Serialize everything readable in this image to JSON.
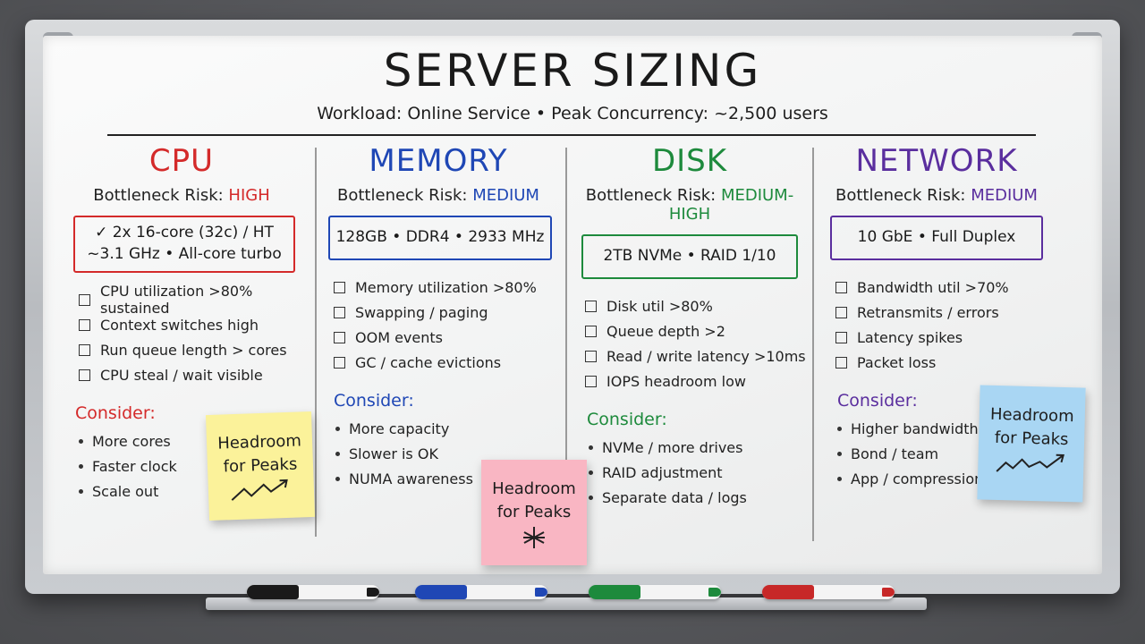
{
  "title": "SERVER SIZING",
  "subtitle": "Workload: Online Service  •  Peak Concurrency: ~2,500 users",
  "colors": {
    "cpu": "#d42a2a",
    "memory": "#1f47b5",
    "disk": "#1d8a3c",
    "network": "#5a2e9e"
  },
  "columns": [
    {
      "title": "CPU",
      "risk_label": "Bottleneck Risk: ",
      "risk_level": "HIGH",
      "spec_line1": "✓ 2x 16-core (32c) / HT",
      "spec_line2": "~3.1 GHz  •  All-core turbo",
      "checks": [
        "CPU utilization >80% sustained",
        "Context switches high",
        "Run queue length > cores",
        "CPU steal / wait visible"
      ],
      "consider": "Consider:",
      "bullets": [
        "More cores",
        "Faster clock",
        "Scale out"
      ]
    },
    {
      "title": "MEMORY",
      "risk_label": "Bottleneck Risk: ",
      "risk_level": "MEDIUM",
      "spec_line1": "128GB • DDR4 • 2933 MHz",
      "spec_line2": "",
      "checks": [
        "Memory utilization >80%",
        "Swapping / paging",
        "OOM events",
        "GC / cache evictions"
      ],
      "consider": "Consider:",
      "bullets": [
        "More capacity",
        "Slower is OK",
        "NUMA awareness"
      ]
    },
    {
      "title": "DISK",
      "risk_label": "Bottleneck Risk: ",
      "risk_level": "MEDIUM-HIGH",
      "spec_line1": "2TB NVMe  •  RAID 1/10",
      "spec_line2": "",
      "checks": [
        "Disk util >80%",
        "Queue depth >2",
        "Read / write latency >10ms",
        "IOPS headroom low"
      ],
      "consider": "Consider:",
      "bullets": [
        "NVMe / more drives",
        "RAID adjustment",
        "Separate data / logs"
      ]
    },
    {
      "title": "NETWORK",
      "risk_label": "Bottleneck Risk: ",
      "risk_level": "MEDIUM",
      "spec_line1": "10 GbE  •  Full Duplex",
      "spec_line2": "",
      "checks": [
        "Bandwidth util >70%",
        "Retransmits / errors",
        "Latency spikes",
        "Packet loss"
      ],
      "consider": "Consider:",
      "bullets": [
        "Higher bandwidth",
        "Bond / team",
        "App / compression"
      ]
    }
  ],
  "stickies": [
    {
      "line1": "Headroom",
      "line2": "for Peaks",
      "color": "#fbf29a",
      "doodle": "arrow-icon"
    },
    {
      "line1": "Headroom",
      "line2": "for Peaks",
      "color": "#f9b6c3",
      "doodle": "star-icon"
    },
    {
      "line1": "Headroom",
      "line2": "for Peaks",
      "color": "#a9d6f3",
      "doodle": "arrow-icon"
    }
  ],
  "markers": [
    {
      "name": "black-marker",
      "color": "#1a1a1a"
    },
    {
      "name": "blue-marker",
      "color": "#1f47b5"
    },
    {
      "name": "green-marker",
      "color": "#1d8a3c"
    },
    {
      "name": "red-marker",
      "color": "#c72828"
    }
  ]
}
